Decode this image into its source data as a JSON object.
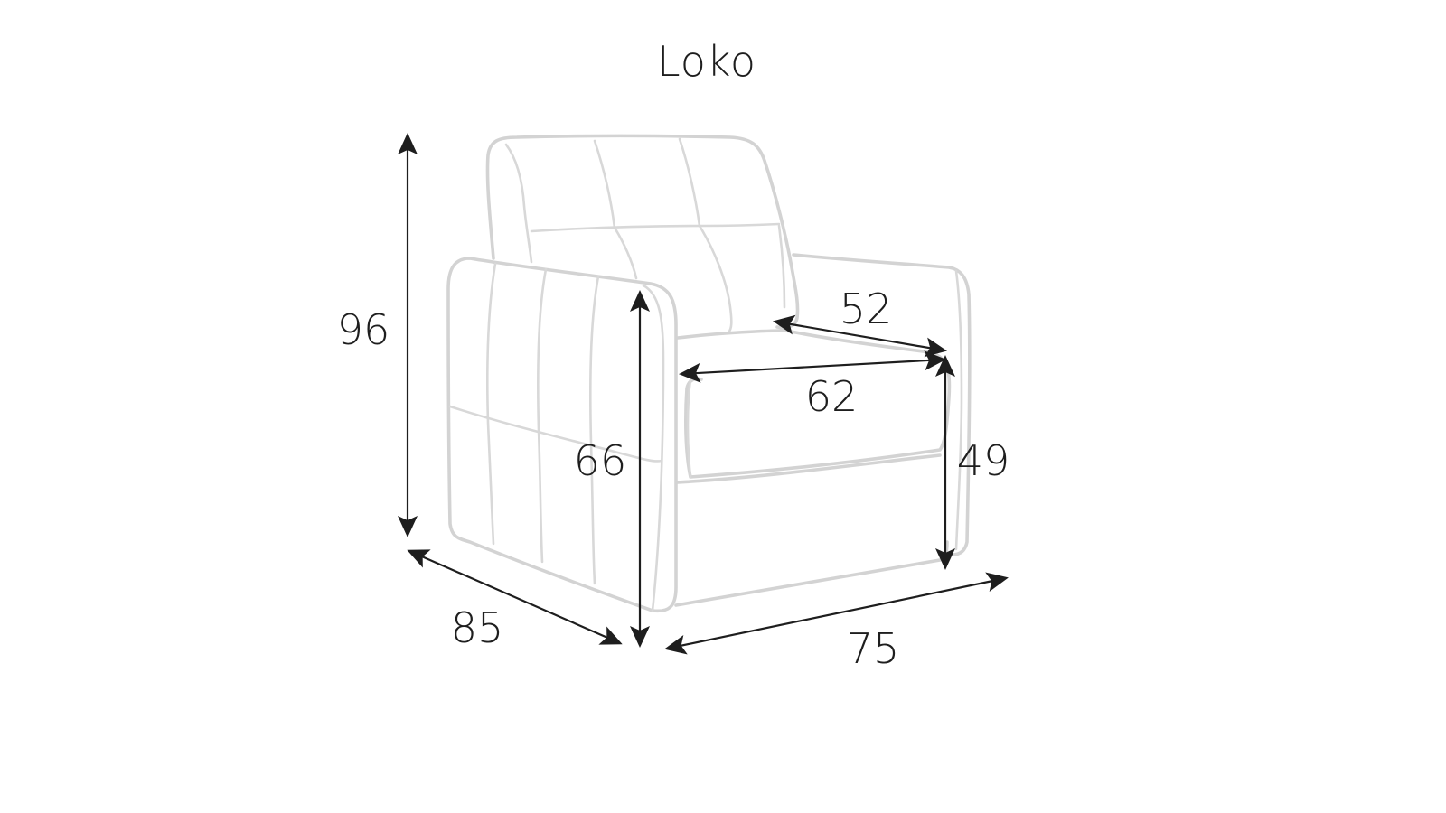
{
  "title": "Loko",
  "dimensions": {
    "total_height": "96",
    "armrest_height": "66",
    "depth": "85",
    "width": "75",
    "seat_width": "62",
    "seat_depth": "52",
    "seat_height": "49"
  },
  "colors": {
    "sketch": "#d3d3d3",
    "dimension": "#1e1e1e"
  }
}
